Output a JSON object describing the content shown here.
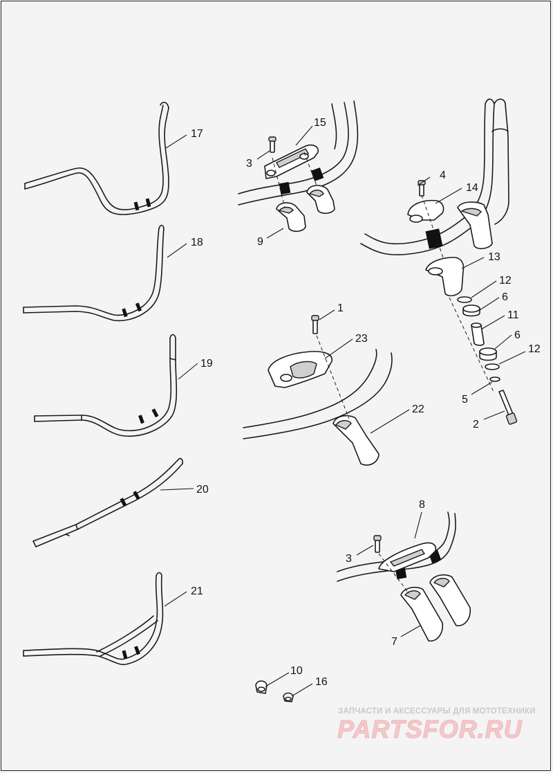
{
  "callouts": {
    "c17": "17",
    "c18": "18",
    "c19": "19",
    "c20": "20",
    "c21": "21",
    "c3a": "3",
    "c15": "15",
    "c9": "9",
    "c4": "4",
    "c14": "14",
    "c13": "13",
    "c12a": "12",
    "c6a": "6",
    "c11": "11",
    "c6b": "6",
    "c12b": "12",
    "c5": "5",
    "c2": "2",
    "c1": "1",
    "c23": "23",
    "c22": "22",
    "c8": "8",
    "c3b": "3",
    "c7": "7",
    "c10": "10",
    "c16": "16"
  },
  "watermark": {
    "line": "ЗАПЧАСТИ И АКСЕССУАРЫ ДЛЯ МОТОТЕХНИКИ",
    "logo": "PARTSFOR.RU"
  },
  "colors": {
    "line": "#1a1a1a",
    "background": "#f4f4f4",
    "watermark_logo": "#f3c9cb"
  }
}
